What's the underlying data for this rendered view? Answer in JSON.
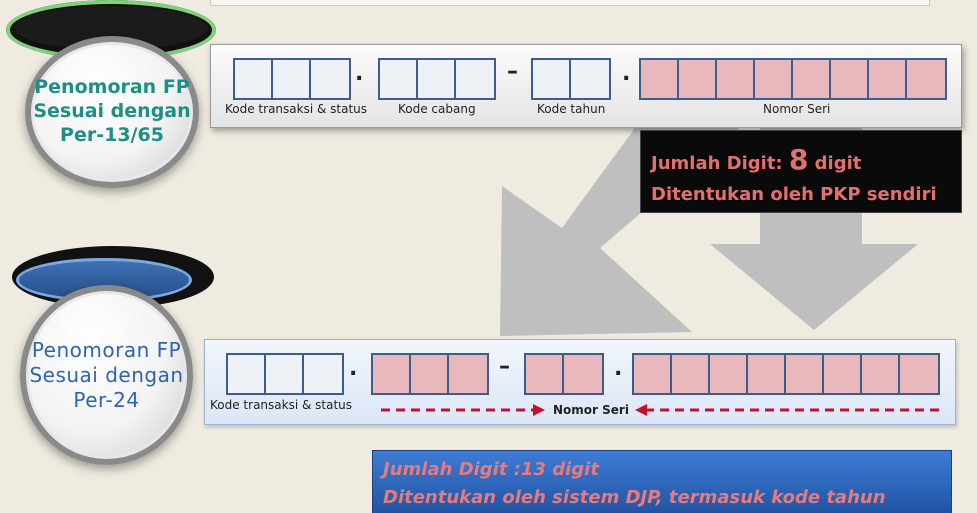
{
  "top_badge": {
    "lines": [
      "Penomoran FP",
      "Sesuai dengan",
      "Per-13/65"
    ],
    "text_color": "#1e8f84",
    "disc_color": "#111111",
    "rim_color": "#7fd17a"
  },
  "bottom_badge": {
    "lines": [
      "Penomoran FP",
      "Sesuai dengan",
      "Per-24"
    ],
    "text_color": "#2f64b2",
    "disc_color": "#2f5a96",
    "rim_color": "#7ea6df"
  },
  "top_format": {
    "groups": [
      {
        "cells": 3,
        "color": "#eef2f7"
      },
      {
        "cells": 3,
        "color": "#eef2f7"
      },
      {
        "cells": 2,
        "color": "#eef2f7"
      },
      {
        "cells": 8,
        "color": "#e8b8bc"
      }
    ],
    "separators": [
      ".",
      "–",
      "."
    ],
    "labels": [
      "Kode transaksi & status",
      "Kode cabang",
      "Kode tahun",
      "Nomor Seri"
    ]
  },
  "bottom_format": {
    "groups": [
      {
        "cells": 3,
        "color": "#eef2f7"
      },
      {
        "cells": 3,
        "color": "#e8b8bc"
      },
      {
        "cells": 2,
        "color": "#e8b8bc"
      },
      {
        "cells": 8,
        "color": "#e8b8bc"
      }
    ],
    "separators": [
      ".",
      "–",
      "."
    ],
    "label_left": "Kode transaksi & status",
    "label_serial": "Nomor Seri"
  },
  "top_info": {
    "line1_prefix": "Jumlah Digit: ",
    "line1_number": "8",
    "line1_suffix": " digit",
    "line2": "Ditentukan oleh PKP sendiri",
    "text_color": "#e3706e"
  },
  "bottom_info": {
    "line1": "Jumlah Digit :13 digit",
    "line2": "Ditentukan oleh sistem DJP, termasuk kode tahun",
    "text_color": "#e87a7a"
  },
  "colors": {
    "arrow_fill": "#bfbfbf",
    "dashed_arrow": "#c8102e",
    "cell_border": "#3a5f8f"
  }
}
